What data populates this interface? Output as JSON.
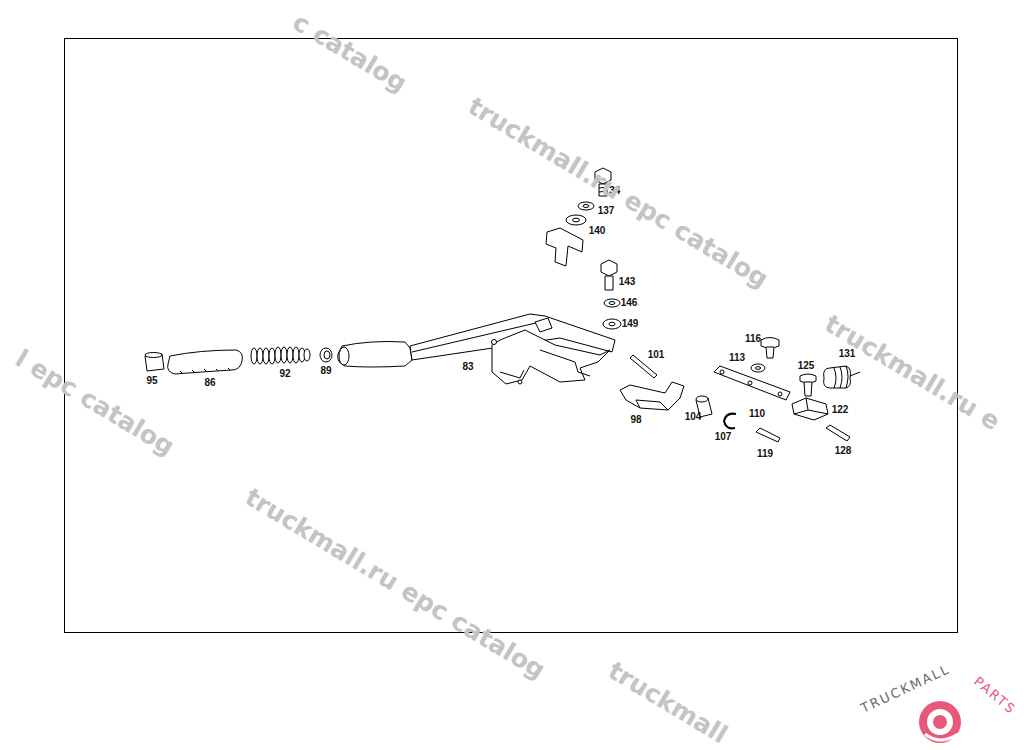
{
  "diagram": {
    "labels": [
      "134",
      "137",
      "140",
      "143",
      "146",
      "149",
      "116",
      "131",
      "113",
      "101",
      "125",
      "95",
      "86",
      "92",
      "89",
      "83",
      "122",
      "104",
      "110",
      "98",
      "107",
      "119",
      "128",
      "c catalog",
      "truckmall.ru epc catalog",
      "l epc catalog",
      "truckmall.ru e",
      "truckmall.ru epc catalog",
      "truckmall",
      "TRUCKMALL",
      "PARTS"
    ]
  }
}
